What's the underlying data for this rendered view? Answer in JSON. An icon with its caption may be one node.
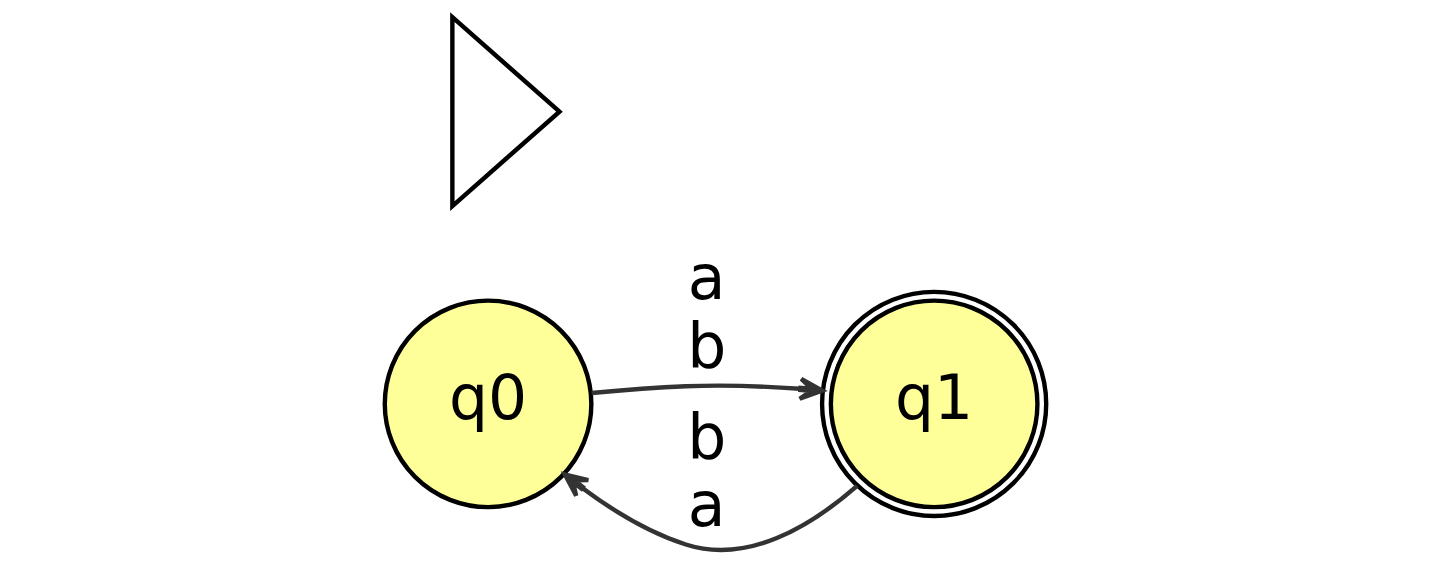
{
  "diagram": {
    "nodes": [
      {
        "text": [],
        "shape": "triangle"
      },
      {
        "text": [
          "q0"
        ]
      },
      {
        "text": [
          "q1"
        ]
      }
    ],
    "edges": [
      {
        "from": 1,
        "to": 2,
        "arrow": "to",
        "label": "a b"
      },
      {
        "from": 2,
        "to": 1,
        "arrow": "to",
        "label": "b a"
      }
    ]
  }
}
